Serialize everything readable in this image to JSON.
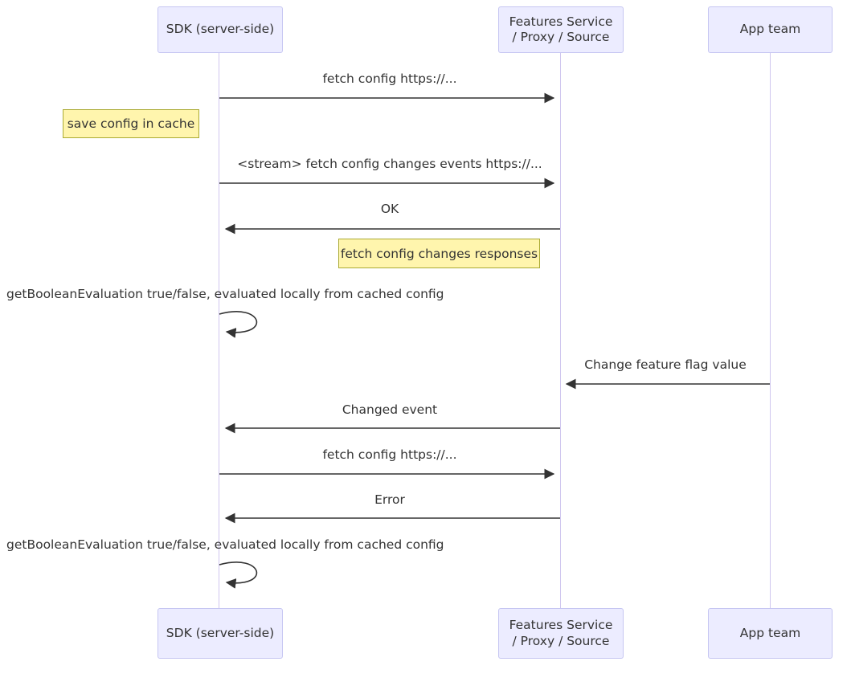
{
  "diagram": {
    "type": "sequence",
    "actors": [
      {
        "id": "sdk",
        "label": "SDK (server-side)",
        "label_lines": [
          "SDK (server-side)"
        ]
      },
      {
        "id": "features",
        "label": "Features Service / Proxy / Source",
        "label_lines": [
          "Features Service",
          "/ Proxy / Source"
        ]
      },
      {
        "id": "appteam",
        "label": "App team",
        "label_lines": [
          "App team"
        ]
      }
    ],
    "messages": [
      {
        "text": "fetch config https://...",
        "from": "sdk",
        "to": "features",
        "direction": "right",
        "line": "solid"
      },
      {
        "text": "<stream> fetch config changes events https://...",
        "from": "sdk",
        "to": "features",
        "direction": "right",
        "line": "solid"
      },
      {
        "text": "OK",
        "from": "features",
        "to": "sdk",
        "direction": "left",
        "line": "solid"
      },
      {
        "text": "getBooleanEvaluation true/false, evaluated locally from cached config",
        "from": "sdk",
        "to": "sdk",
        "direction": "self",
        "line": "solid"
      },
      {
        "text": "Change feature flag value",
        "from": "appteam",
        "to": "features",
        "direction": "left",
        "line": "solid"
      },
      {
        "text": "Changed event",
        "from": "features",
        "to": "sdk",
        "direction": "left",
        "line": "solid"
      },
      {
        "text": "fetch config https://...",
        "from": "sdk",
        "to": "features",
        "direction": "right",
        "line": "solid"
      },
      {
        "text": "Error",
        "from": "features",
        "to": "sdk",
        "direction": "left",
        "line": "solid"
      },
      {
        "text": "getBooleanEvaluation true/false, evaluated locally from cached config",
        "from": "sdk",
        "to": "sdk",
        "direction": "self",
        "line": "solid"
      }
    ],
    "notes": [
      {
        "text": "save config in cache",
        "position": "left of sdk"
      },
      {
        "text": "fetch config changes responses",
        "position": "left of features"
      }
    ]
  },
  "colors": {
    "actor_fill": "#ECECFF",
    "actor_border": "#c6c6f2",
    "note_fill": "#fff5ad",
    "note_border": "#aaaa33",
    "arrow": "#333333",
    "lifeline": "#d0c7ef",
    "text": "#333333",
    "background": "#ffffff"
  }
}
